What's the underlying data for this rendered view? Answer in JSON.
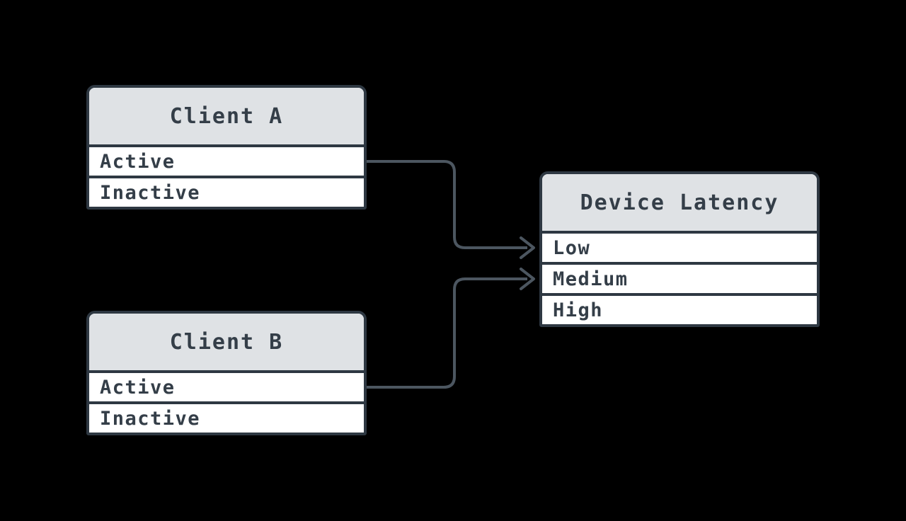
{
  "diagram": {
    "type": "entity-flow-diagram",
    "background": "#000000"
  },
  "colors": {
    "background": "#000000",
    "node_border": "#2e3842",
    "header_fill": "#dfe2e5",
    "row_fill": "#ffffff",
    "text": "#343e48",
    "connector": "#4c5660"
  },
  "nodes": [
    {
      "id": "client-a",
      "title": "Client A",
      "rows": [
        "Active",
        "Inactive"
      ]
    },
    {
      "id": "client-b",
      "title": "Client B",
      "rows": [
        "Active",
        "Inactive"
      ]
    },
    {
      "id": "device-latency",
      "title": "Device Latency",
      "rows": [
        "Low",
        "Medium",
        "High"
      ]
    }
  ],
  "edges": [
    {
      "from_node": "Client A",
      "from_row": "Active",
      "to_node": "Device Latency",
      "to_row": "Low"
    },
    {
      "from_node": "Client B",
      "from_row": "Active",
      "to_node": "Device Latency",
      "to_row": "Medium"
    }
  ]
}
